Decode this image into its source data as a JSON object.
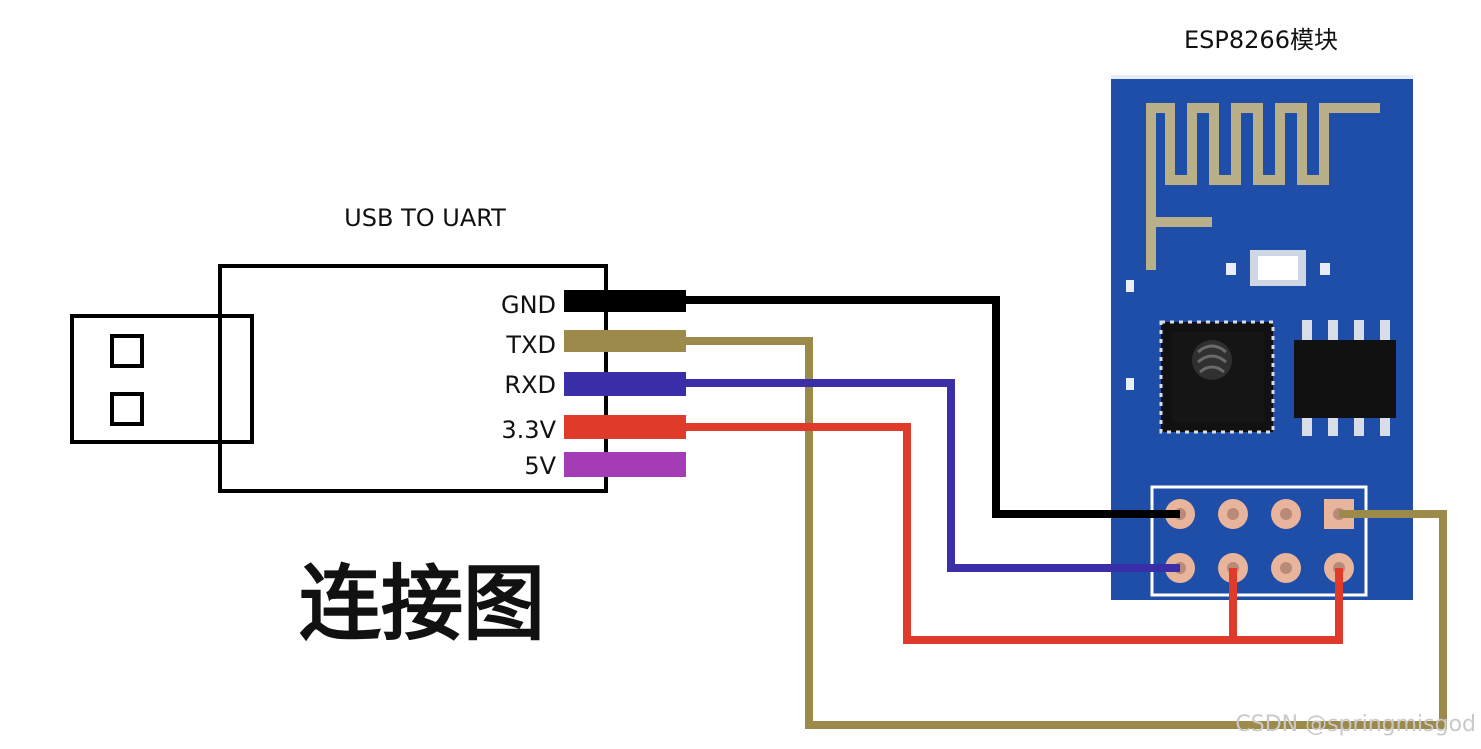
{
  "usb": {
    "title": "USB TO UART",
    "pins": [
      {
        "label": "GND",
        "color": "#000000"
      },
      {
        "label": "TXD",
        "color": "#9c8a4a"
      },
      {
        "label": "RXD",
        "color": "#3a2fa8"
      },
      {
        "label": "3.3V",
        "color": "#e03a2a"
      },
      {
        "label": "5V",
        "color": "#a43cb6"
      }
    ]
  },
  "esp": {
    "title": "ESP8266模块",
    "board_color": "#1f4ea8",
    "trace_color": "#b9b08a",
    "pad_color": "#e8b49c"
  },
  "caption": "连接图",
  "watermark": "CSDN @springmisgod",
  "colors": {
    "gnd": "#000000",
    "txd": "#9c8a4a",
    "rxd": "#3a2fa8",
    "vcc": "#e03a2a",
    "v5": "#a43cb6"
  }
}
